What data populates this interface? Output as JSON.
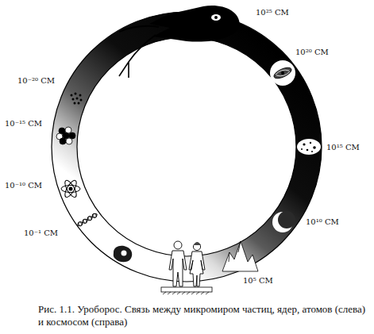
{
  "diagram": {
    "caption": "Рис. 1.1. Уроборос. Связь между микромиром частиц, ядер, атомов (слева) и космосом (справа)",
    "labels": [
      "10²⁵ СМ",
      "10⁻²⁰ СМ",
      "10²⁰ СМ",
      "10⁻¹⁵ СМ",
      "10¹⁵ СМ",
      "10⁻¹⁰ СМ",
      "10¹⁰ СМ",
      "10⁻¹ СМ",
      "10⁵ СМ"
    ]
  }
}
